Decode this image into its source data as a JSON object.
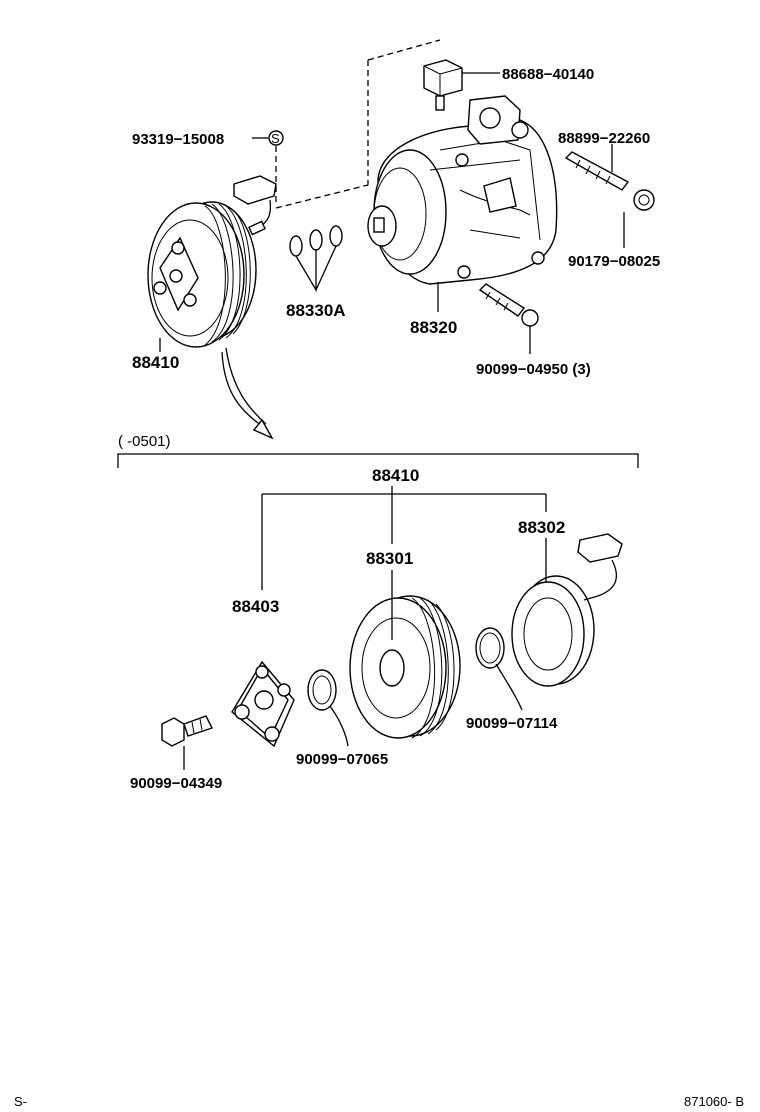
{
  "upper": {
    "p_88688": "88688−40140",
    "p_93319": "93319−15008",
    "p_88899": "88899−22260",
    "p_90179": "90179−08025",
    "p_88330a": "88330A",
    "p_88320": "88320",
    "p_90099_04950": "90099−04950 (3)",
    "p_88410": "88410"
  },
  "lower": {
    "range": "(          -0501)",
    "p_88410": "88410",
    "p_88302": "88302",
    "p_88301": "88301",
    "p_88403": "88403",
    "p_90099_07114": "90099−07114",
    "p_90099_07065": "90099−07065",
    "p_90099_04349": "90099−04349"
  },
  "footer": {
    "left": "S-",
    "right": "871060- B"
  }
}
